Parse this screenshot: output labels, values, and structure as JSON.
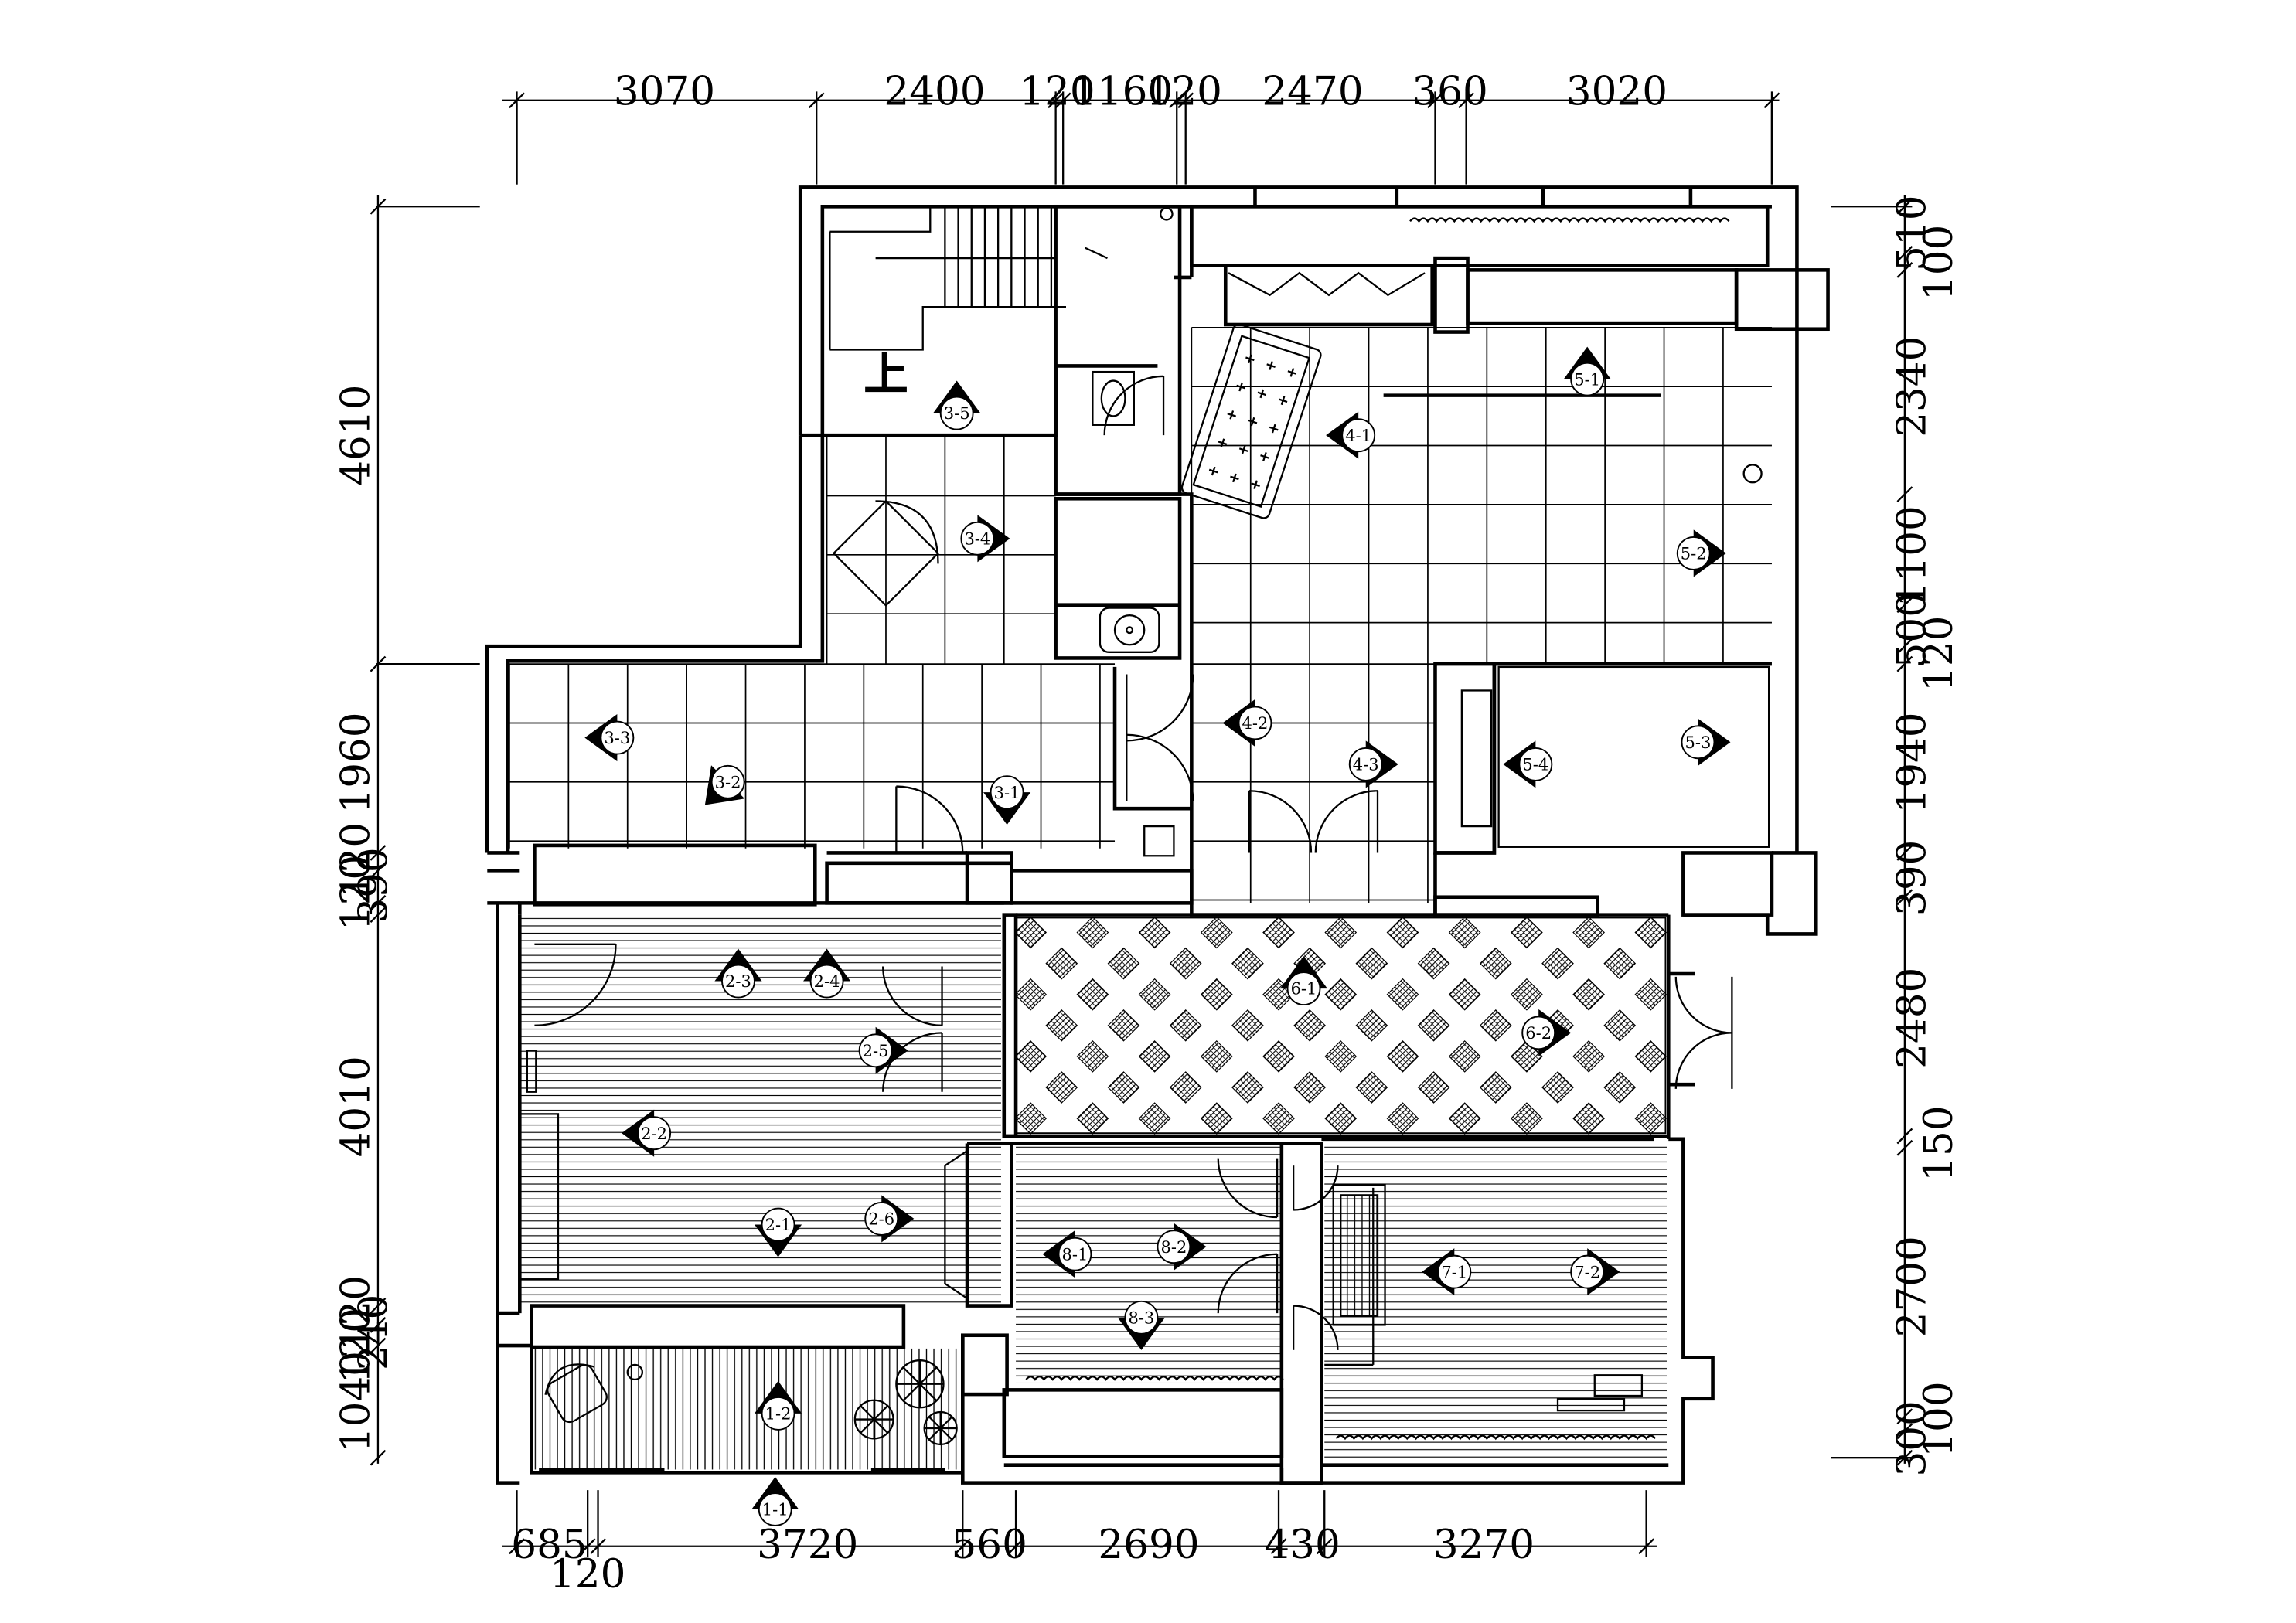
{
  "dimensions": {
    "top": [
      "3070",
      "2400",
      "120",
      "1160",
      "120",
      "2470",
      "360",
      "3020"
    ],
    "bottom": [
      "685",
      "3720",
      "560",
      "2690",
      "430",
      "3270"
    ],
    "bottom_extra": "120",
    "left": [
      "4610",
      "1960",
      "120",
      "120",
      "390",
      "4010",
      "120",
      "120",
      "240",
      "1040"
    ],
    "right": [
      "510",
      "100",
      "2340",
      "1100",
      "500",
      "120",
      "1940",
      "390",
      "2480",
      "150",
      "2700",
      "300",
      "100"
    ]
  },
  "stair_label": "上",
  "markers": [
    {
      "id": "3-5",
      "dir": "up"
    },
    {
      "id": "3-4",
      "dir": "right"
    },
    {
      "id": "3-3",
      "dir": "left"
    },
    {
      "id": "3-2",
      "dir": "down-left"
    },
    {
      "id": "3-1",
      "dir": "down"
    },
    {
      "id": "4-1",
      "dir": "left"
    },
    {
      "id": "4-2",
      "dir": "left"
    },
    {
      "id": "4-3",
      "dir": "right"
    },
    {
      "id": "5-1",
      "dir": "up"
    },
    {
      "id": "5-2",
      "dir": "right"
    },
    {
      "id": "5-3",
      "dir": "right"
    },
    {
      "id": "5-4",
      "dir": "left"
    },
    {
      "id": "2-3",
      "dir": "up"
    },
    {
      "id": "2-4",
      "dir": "up"
    },
    {
      "id": "2-5",
      "dir": "right"
    },
    {
      "id": "2-2",
      "dir": "left"
    },
    {
      "id": "2-1",
      "dir": "down"
    },
    {
      "id": "2-6",
      "dir": "right"
    },
    {
      "id": "6-1",
      "dir": "up"
    },
    {
      "id": "6-2",
      "dir": "right"
    },
    {
      "id": "8-1",
      "dir": "left"
    },
    {
      "id": "8-2",
      "dir": "right"
    },
    {
      "id": "8-3",
      "dir": "down"
    },
    {
      "id": "7-1",
      "dir": "left"
    },
    {
      "id": "7-2",
      "dir": "right"
    },
    {
      "id": "1-2",
      "dir": "up"
    },
    {
      "id": "1-1",
      "dir": "up"
    }
  ]
}
